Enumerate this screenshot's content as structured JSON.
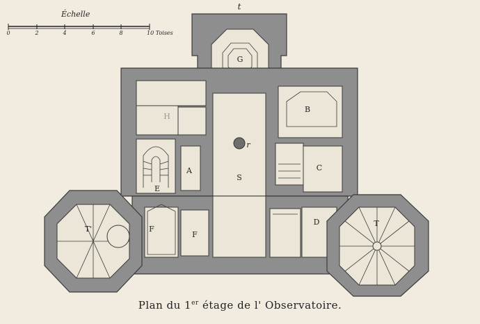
{
  "scale": {
    "title": "Échelle",
    "ticks": [
      "0",
      "2",
      "4",
      "6",
      "8",
      "10 Toises"
    ]
  },
  "labels": {
    "north_marker": "t",
    "room_g": "G",
    "room_b": "B",
    "room_h": "H",
    "room_r": "r",
    "room_a": "A",
    "room_s": "S",
    "room_c": "C",
    "room_e": "E",
    "room_t_left": "T'",
    "room_f1": "F",
    "room_f2": "F",
    "room_d": "D",
    "room_t_right": "T"
  },
  "caption": {
    "prefix": "Plan du 1",
    "superscript": "er",
    "suffix": " étage de l' Observatoire."
  }
}
